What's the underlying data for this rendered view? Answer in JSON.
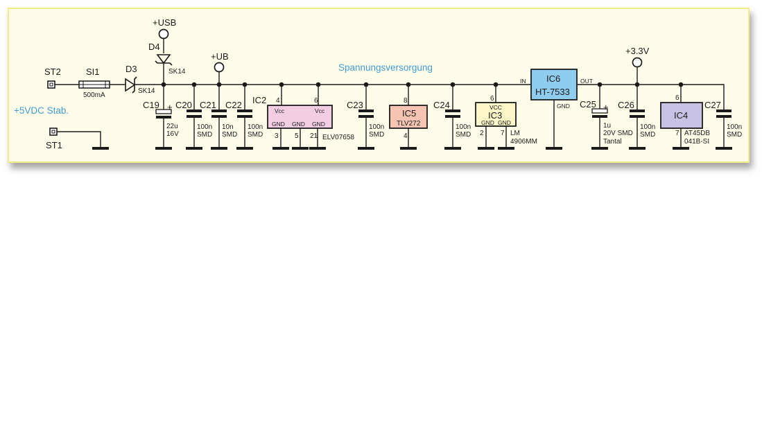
{
  "title": "Spannungsversorgung",
  "input_label": "+5VDC Stab.",
  "colors": {
    "panel_bg": "#fffde9",
    "panel_border": "#f5ea86",
    "title_text": "#3f9bd3",
    "ic2_fill": "#f3cde2",
    "ic5_fill": "#f7c4b3",
    "ic3_fill": "#fdf6c8",
    "ic6_fill": "#8ecdf0",
    "ic4_fill": "#c7c2e4"
  },
  "connectors": [
    {
      "id": "ST2",
      "label": "ST2"
    },
    {
      "id": "ST1",
      "label": "ST1"
    }
  ],
  "fuse": {
    "ref": "SI1",
    "value": "500mA"
  },
  "diodes": [
    {
      "ref": "D3",
      "part": "SK14"
    },
    {
      "ref": "D4",
      "part": "SK14"
    }
  ],
  "nets": {
    "usb": "+USB",
    "ub": "+UB",
    "v33": "+3.3V"
  },
  "capacitors": [
    {
      "ref": "C19",
      "value1": "22u",
      "value2": "16V",
      "polarized": true,
      "plus": "+"
    },
    {
      "ref": "C20",
      "value1": "100n",
      "value2": "SMD"
    },
    {
      "ref": "C21",
      "value1": "10n",
      "value2": "SMD"
    },
    {
      "ref": "C22",
      "value1": "100n",
      "value2": "SMD"
    },
    {
      "ref": "C23",
      "value1": "100n",
      "value2": "SMD"
    },
    {
      "ref": "C24",
      "value1": "100n",
      "value2": "SMD"
    },
    {
      "ref": "C25",
      "value1": "1u",
      "value2": "20V SMD",
      "value3": "Tantal",
      "polarized": true,
      "plus": "+"
    },
    {
      "ref": "C26",
      "value1": "100n",
      "value2": "SMD"
    },
    {
      "ref": "C27",
      "value1": "100n",
      "value2": "SMD"
    }
  ],
  "ics": {
    "ic2": {
      "ref": "IC2",
      "part": "ELV07658",
      "vcc1": "Vcc",
      "vcc2": "Vcc",
      "gnd1": "GND",
      "gnd2": "GND",
      "gnd3": "GND",
      "pin_vcc1": "4",
      "pin_vcc2": "6",
      "pin_gnd1": "3",
      "pin_gnd2": "5",
      "pin_gnd3": "21"
    },
    "ic5": {
      "ref": "IC5",
      "part": "TLV272",
      "pin_top": "8",
      "pin_bottom": "4"
    },
    "ic3": {
      "ref": "IC3",
      "part1": "LM",
      "part2": "4906MM",
      "vcc": "VCC",
      "gnd1": "GND",
      "gnd2": "GND",
      "pin_top": "6",
      "pin_gnd1": "2",
      "pin_gnd2": "7"
    },
    "ic6": {
      "ref": "IC6",
      "part": "HT-7533",
      "in": "IN",
      "out": "OUT",
      "gnd": "GND"
    },
    "ic4": {
      "ref": "IC4",
      "part1": "AT45DB",
      "part2": "041B-SI",
      "pin_top": "6",
      "pin_bottom": "7"
    }
  }
}
